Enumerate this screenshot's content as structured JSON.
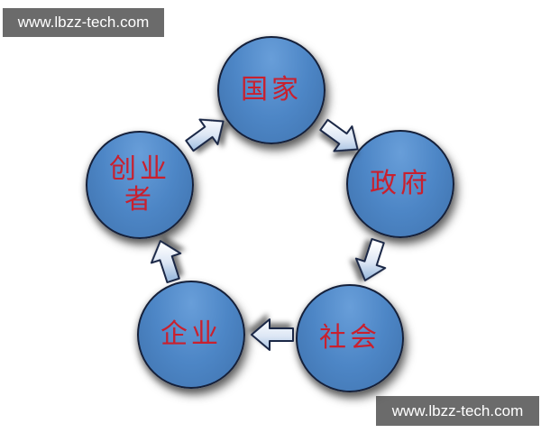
{
  "watermarks": {
    "top": "www.lbzz-tech.com",
    "bottom": "www.lbzz-tech.com"
  },
  "diagram": {
    "type": "circular-cycle",
    "nodes": [
      {
        "id": "nation",
        "label": "国家",
        "position": "top"
      },
      {
        "id": "government",
        "label": "政府",
        "position": "upper-right"
      },
      {
        "id": "society",
        "label": "社会",
        "position": "lower-right"
      },
      {
        "id": "enterprise",
        "label": "企业",
        "position": "lower-left"
      },
      {
        "id": "entrepreneur",
        "label": "创业者",
        "position": "upper-left"
      }
    ],
    "arrows": [
      {
        "from": "创业者",
        "to": "国家",
        "direction": "up-right"
      },
      {
        "from": "国家",
        "to": "政府",
        "direction": "down-right"
      },
      {
        "from": "政府",
        "to": "社会",
        "direction": "down-left"
      },
      {
        "from": "社会",
        "to": "企业",
        "direction": "left"
      },
      {
        "from": "企业",
        "to": "创业者",
        "direction": "up-left"
      }
    ],
    "colors": {
      "circle_fill": "#4d86c6",
      "circle_border": "#15203a",
      "label": "#c9202e",
      "arrow_fill_light": "#ffffff",
      "arrow_fill_dark": "#9fbddf",
      "arrow_border": "#1a2746",
      "watermark_bg": "#6b6b6b",
      "watermark_text": "#ffffff"
    }
  }
}
